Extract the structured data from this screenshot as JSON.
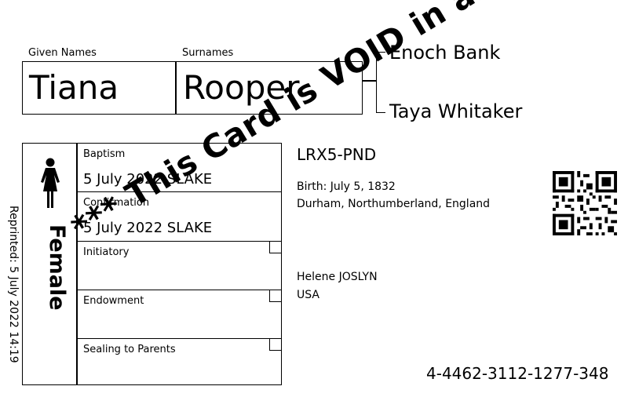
{
  "name": {
    "given_label": "Given Names",
    "given": "Tiana",
    "surname_label": "Surnames",
    "surname": "Rooper"
  },
  "parents": {
    "father": "Enoch Bank",
    "mother": "Taya Whitaker"
  },
  "sex": {
    "label": "Female",
    "icon": "female-person-icon"
  },
  "reprinted": "Reprinted:  5 July 2022 14:19",
  "ordinances": [
    {
      "label": "Baptism",
      "value": "5 July 2022 SLAKE"
    },
    {
      "label": "Confirmation",
      "value": "5 July 2022 SLAKE"
    },
    {
      "label": "Initiatory",
      "value": ""
    },
    {
      "label": "Endowment",
      "value": ""
    },
    {
      "label": "Sealing to Parents",
      "value": ""
    }
  ],
  "person": {
    "id": "LRX5-PND",
    "birth": "Birth: July 5, 1832",
    "birthplace": "Durham, Northumberland, England"
  },
  "submitter": {
    "name": "Helene JOSLYN",
    "country": "USA"
  },
  "card_number": "4-4462-3112-1277-348",
  "watermark": "*** This Card is VOID in any Temple ***",
  "qr_icon": "qr-code-icon"
}
